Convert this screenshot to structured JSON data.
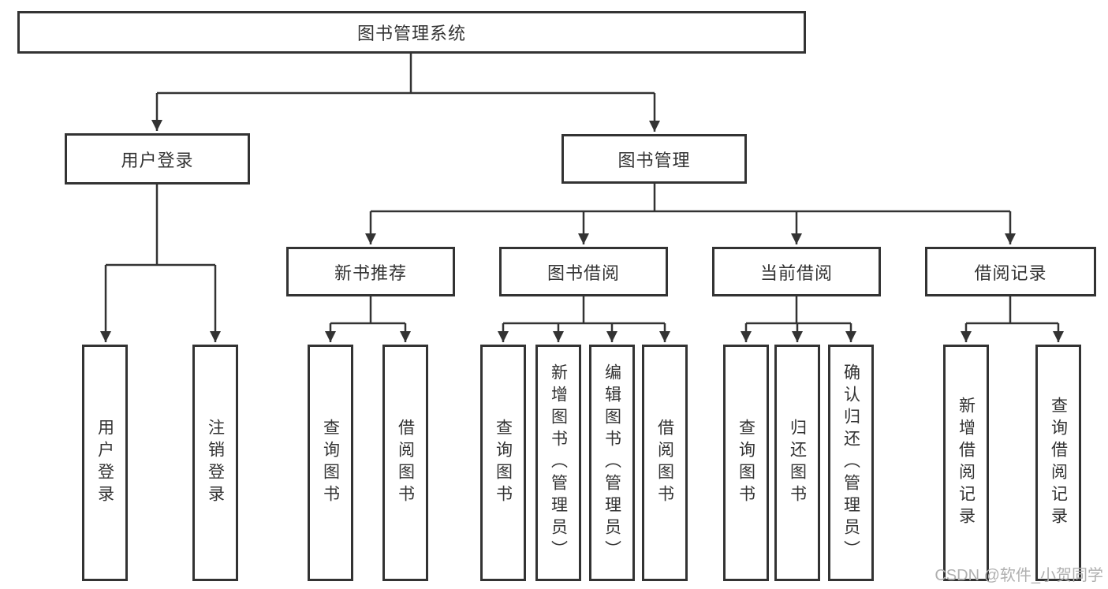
{
  "tree": {
    "root": "图书管理系统",
    "login": {
      "label": "用户登录",
      "children": [
        "用户登录",
        "注销登录"
      ]
    },
    "management": {
      "label": "图书管理",
      "sections": [
        {
          "label": "新书推荐",
          "children": [
            "查询图书",
            "借阅图书"
          ]
        },
        {
          "label": "图书借阅",
          "children": [
            "查询图书",
            "新增图书（管理员）",
            "编辑图书（管理员）",
            "借阅图书"
          ]
        },
        {
          "label": "当前借阅",
          "children": [
            "查询图书",
            "归还图书",
            "确认归还（管理员）"
          ]
        },
        {
          "label": "借阅记录",
          "children": [
            "新增借阅记录",
            "查询借阅记录"
          ]
        }
      ]
    }
  },
  "watermark": "CSDN @软件_小贺同学",
  "colors": {
    "line": "#333333",
    "node_border": "#333333",
    "node_fill": "#ffffff",
    "text": "#333333",
    "watermark": "#b0b0b0",
    "background": "#ffffff"
  }
}
